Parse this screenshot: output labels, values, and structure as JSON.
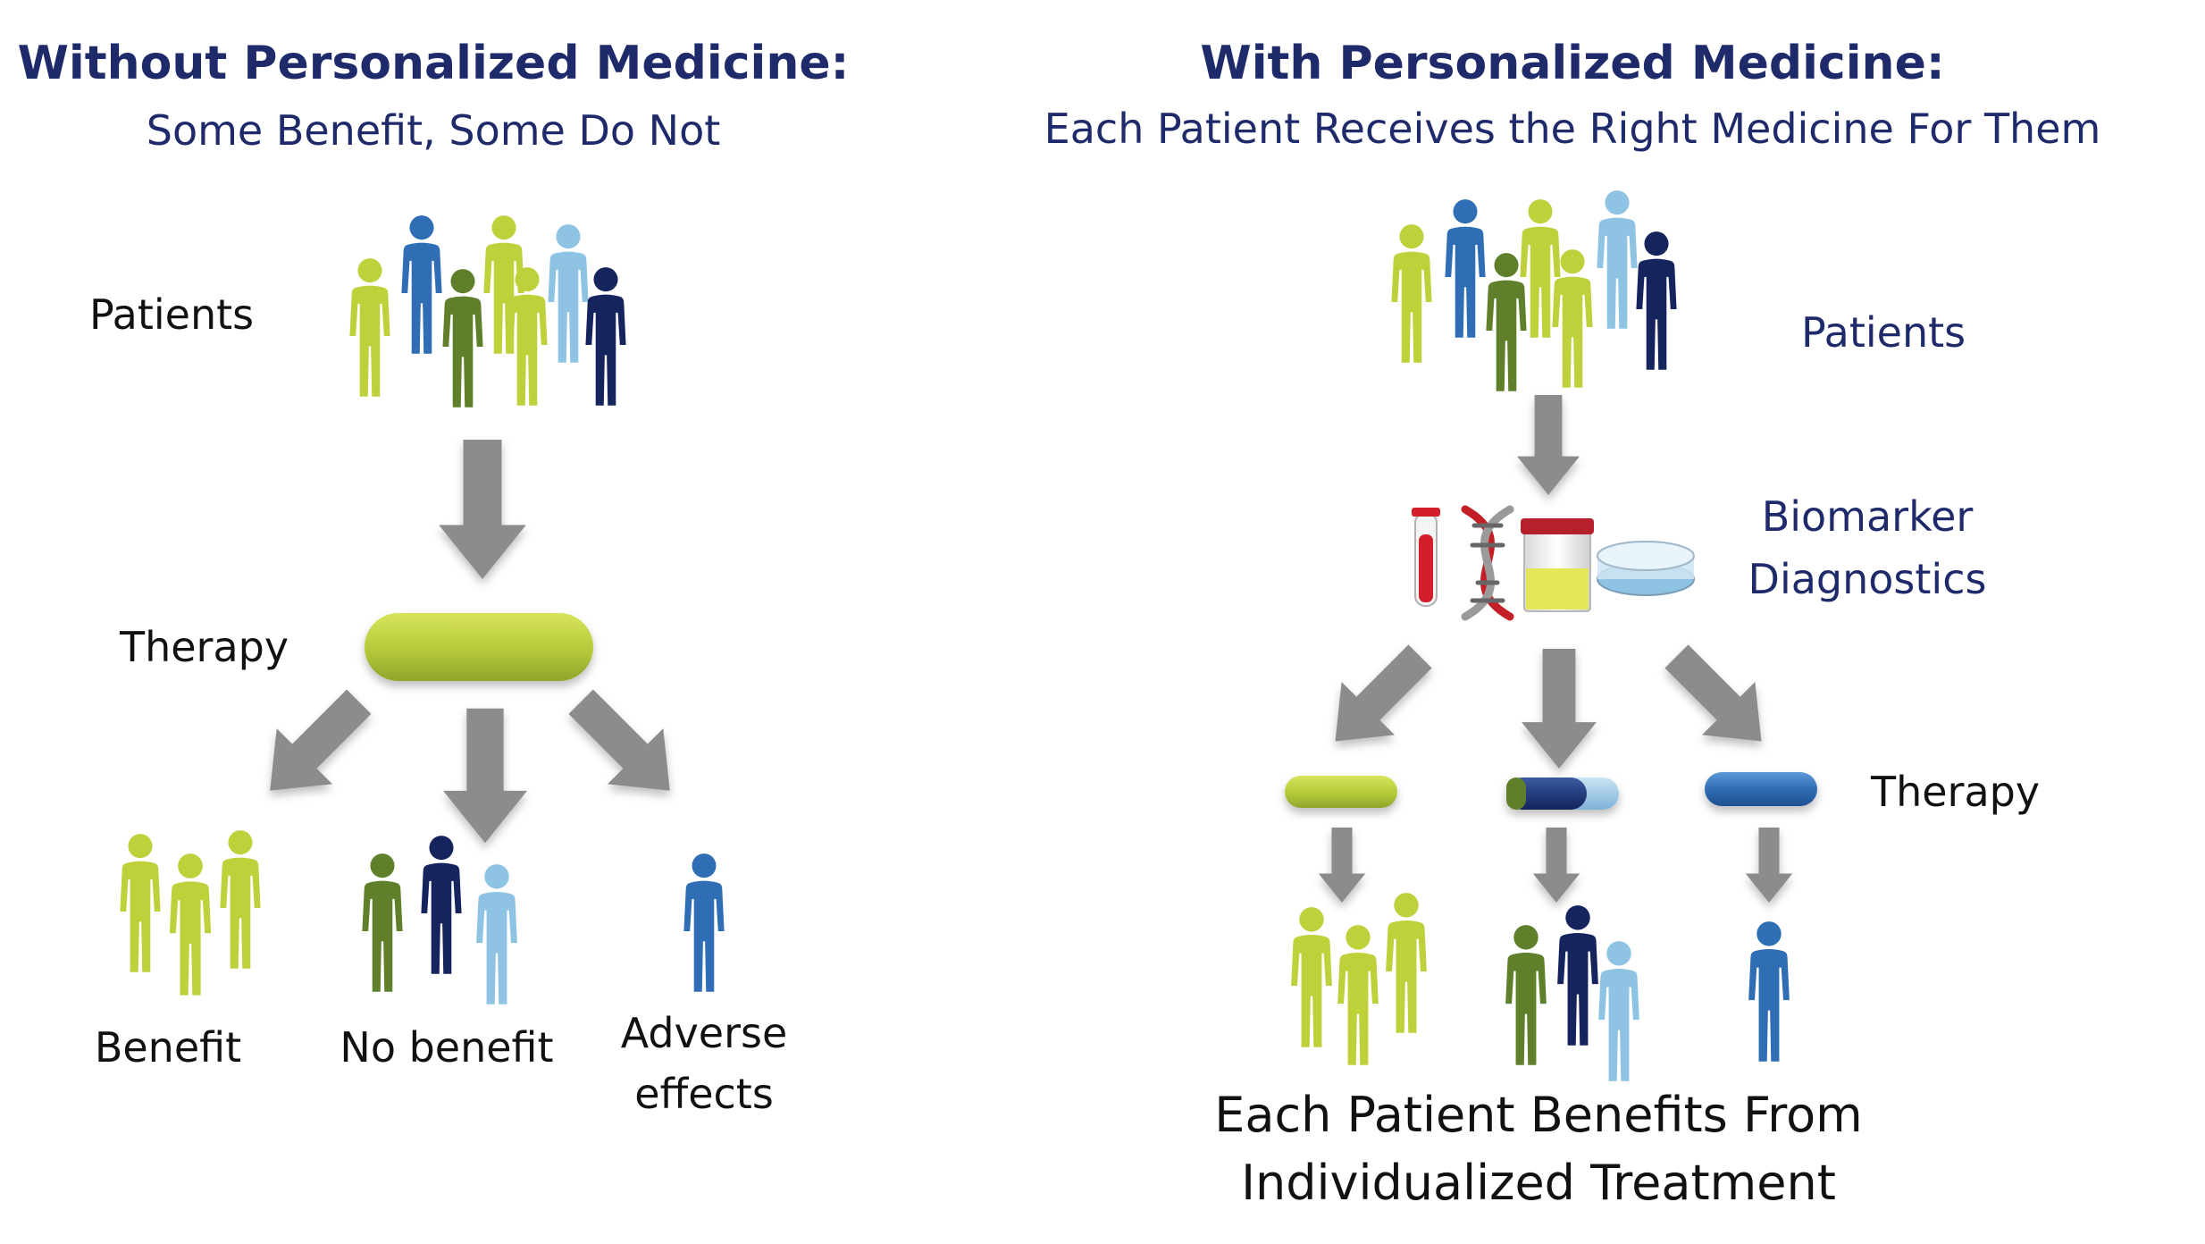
{
  "left": {
    "title": "Without Personalized Medicine:",
    "subtitle": "Some Benefit, Some Do Not",
    "patients_label": "Patients",
    "therapy_label": "Therapy",
    "outcomes": {
      "benefit": "Benefit",
      "no_benefit": "No benefit",
      "adverse_line1": "Adverse",
      "adverse_line2": "effects"
    }
  },
  "right": {
    "title": "With Personalized Medicine:",
    "subtitle": "Each Patient Receives the Right Medicine For Them",
    "patients_label": "Patients",
    "biomarker_line1": "Biomarker",
    "biomarker_line2": "Diagnostics",
    "therapy_label": "Therapy",
    "footer_line1": "Each Patient Benefits From",
    "footer_line2": "Individualized Treatment"
  },
  "colors": {
    "title_navy": "#1f2a6b",
    "arrow_gray": "#8c8c8c",
    "lime": "#bfd13a",
    "olive_green": "#5f7f2a",
    "mid_blue": "#2f6db5",
    "light_blue": "#8ec3e3",
    "navy": "#16245e"
  },
  "icons": [
    "person-icon",
    "down-arrow-icon",
    "pill-icon",
    "test-tube-icon",
    "dna-icon",
    "specimen-cup-icon",
    "petri-dish-icon"
  ]
}
